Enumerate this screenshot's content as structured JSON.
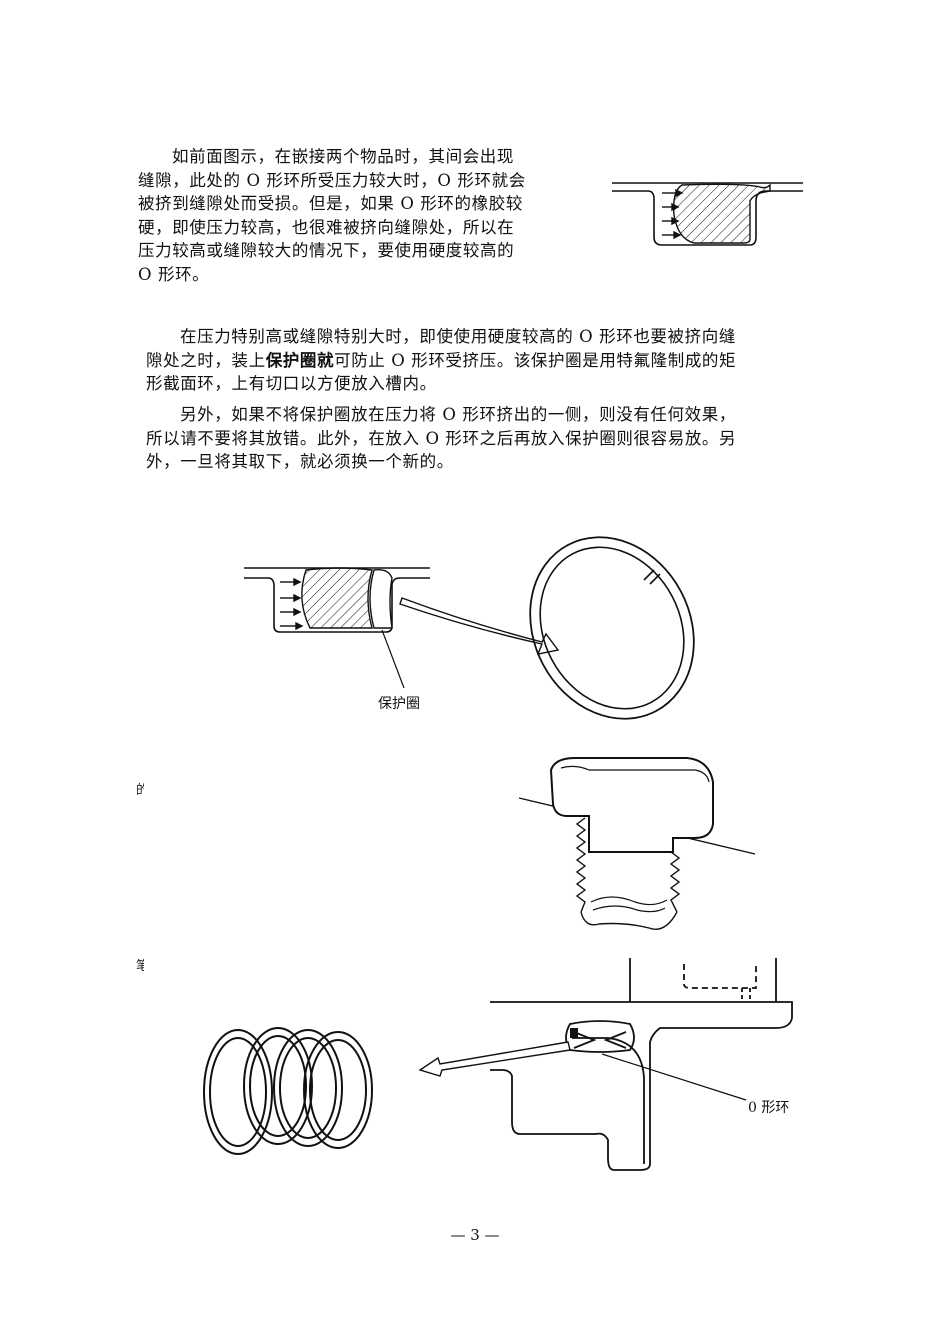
{
  "paragraph1": {
    "line1": "如前面图示，在嵌接两个物品时，其间会出现",
    "line2": "缝隙，此处的 O 形环所受压力较大时，O 形环就会",
    "line3": "被挤到缝隙处而受损。但是，如果 O 形环的橡胶较",
    "line4": "硬，即使压力较高，也很难被挤向缝隙处，所以在",
    "line5": "压力较高或缝隙较大的情况下，要使用硬度较高的",
    "line6": "O 形环。"
  },
  "paragraph2": {
    "line1": "在压力特别高或缝隙特别大时，即使使用硬度较高的 O 形环也要被挤向缝",
    "line2_pre": "隙处之时，装上",
    "line2_bold": "保护圈就",
    "line2_post": "可防止 O 形环受挤压。该保护圈是用特氟隆制成的矩",
    "line3": "形截面环，上有切口以方便放入槽内。"
  },
  "paragraph3": {
    "line1": "另外，如果不将保护圈放在压力将 O 形环挤出的一侧，则没有任何效果，",
    "line2": "所以请不要将其放错。此外，在放入 O 形环之后再放入保护圈则很容易放。另",
    "line3": "外，一旦将其取下，就必须换一个新的。"
  },
  "figures": {
    "backup_ring_label": "保护圈",
    "o_ring_label": "0 形环",
    "fragment1": "的",
    "fragment2": "笔"
  },
  "footer": {
    "page_number": "— 3 —"
  }
}
